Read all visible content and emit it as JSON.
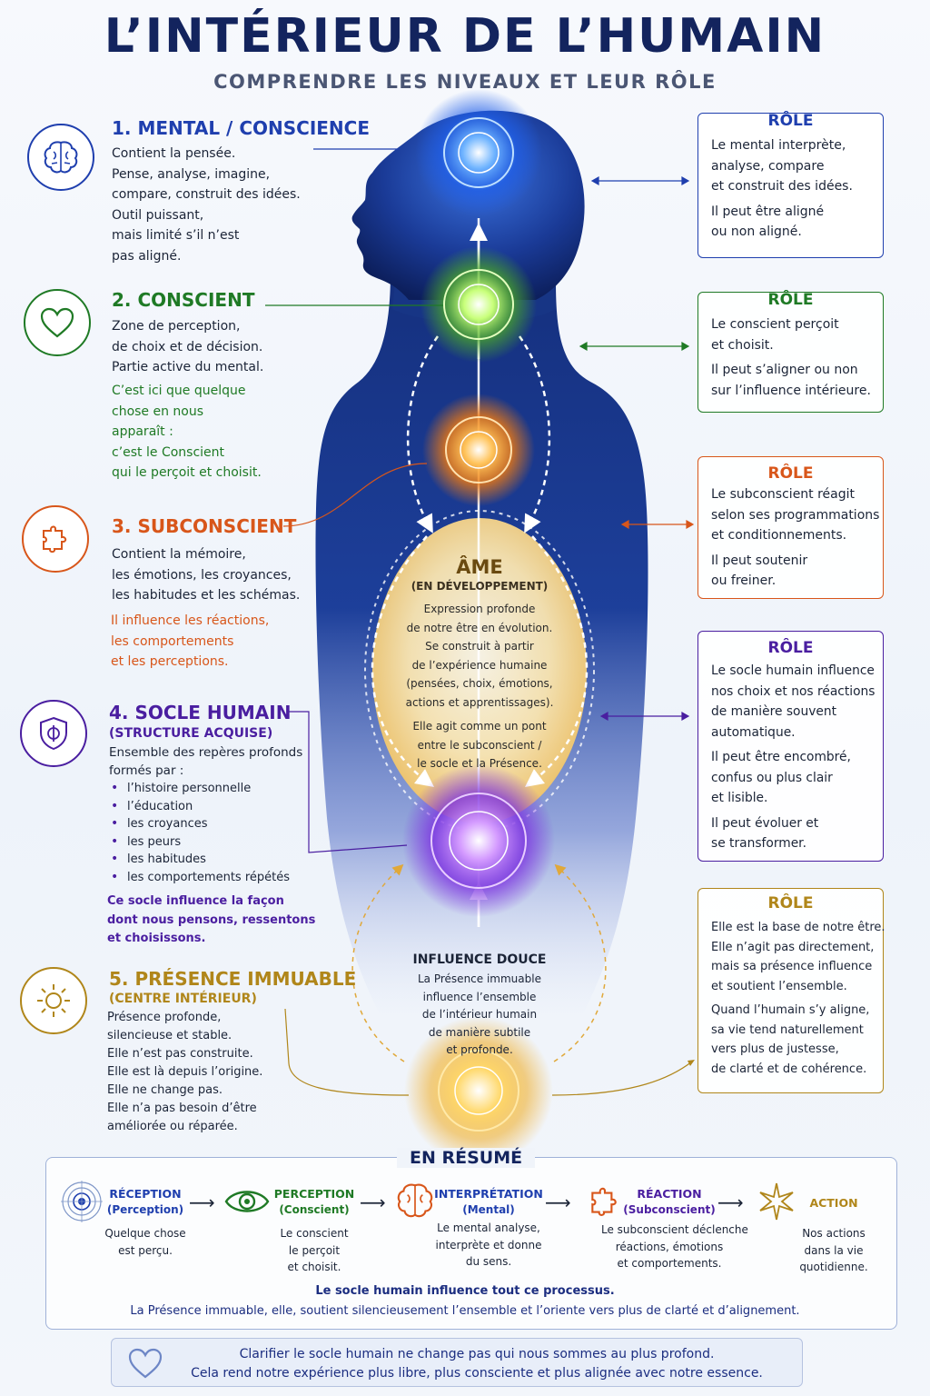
{
  "header": {
    "title": "L’INTÉRIEUR DE L’HUMAIN",
    "subtitle": "COMPRENDRE LES NIVEAUX ET LEUR RÔLE"
  },
  "colors": {
    "mental": "#1f3fae",
    "conscient": "#1f7a25",
    "subconscient": "#d8561a",
    "socle": "#4a1ea0",
    "presence": "#b0861a"
  },
  "levels": [
    {
      "title": "1. MENTAL / CONSCIENCE",
      "icon": "brain-icon",
      "lines": [
        "Contient la pensée.",
        "Pense, analyse, imagine,",
        "compare, construit des idées.",
        "Outil puissant,",
        "mais limité s’il n’est",
        "pas aligné."
      ]
    },
    {
      "title": "2. CONSCIENT",
      "icon": "heart-icon",
      "lines": [
        "Zone de perception,",
        "de choix et de décision.",
        "Partie active du mental."
      ],
      "note": [
        "C’est ici que quelque",
        "chose en nous",
        "apparaît :",
        "c’est le Conscient",
        "qui le perçoit et choisit."
      ]
    },
    {
      "title": "3. SUBCONSCIENT",
      "icon": "puzzle-icon",
      "lines": [
        "Contient la mémoire,",
        "les émotions, les croyances,",
        "les habitudes et les schémas."
      ],
      "note": [
        "Il influence les réactions,",
        "les comportements",
        "et les perceptions."
      ]
    },
    {
      "title": "4. SOCLE HUMAIN",
      "subtitle": "(STRUCTURE ACQUISE)",
      "icon": "shield-icon",
      "lines": [
        "Ensemble des repères profonds",
        "formés par :"
      ],
      "bullets": [
        "l’histoire personnelle",
        "l’éducation",
        "les croyances",
        "les peurs",
        "les habitudes",
        "les comportements répétés"
      ],
      "note": [
        "Ce socle influence la façon",
        "dont nous pensons, ressentons",
        "et choisissons."
      ]
    },
    {
      "title": "5. PRÉSENCE IMMUABLE",
      "subtitle": "(CENTRE INTÉRIEUR)",
      "icon": "sun-icon",
      "lines": [
        "Présence profonde,",
        "silencieuse et stable.",
        "Elle n’est pas construite.",
        "Elle est là depuis l’origine.",
        "Elle ne change pas.",
        "Elle n’a pas besoin d’être",
        "améliorée ou réparée."
      ]
    }
  ],
  "roles": [
    {
      "title": "RÔLE",
      "p1": [
        "Le mental interprète,",
        "analyse, compare",
        "et construit des idées."
      ],
      "p2": [
        "Il peut être aligné",
        "ou non aligné."
      ]
    },
    {
      "title": "RÔLE",
      "p1": [
        "Le conscient perçoit",
        "et choisit."
      ],
      "p2": [
        "Il peut s’aligner ou non",
        "sur l’influence intérieure."
      ]
    },
    {
      "title": "RÔLE",
      "p1": [
        "Le subconscient réagit",
        "selon ses programmations",
        "et conditionnements."
      ],
      "p2": [
        "Il peut soutenir",
        "ou freiner."
      ]
    },
    {
      "title": "RÔLE",
      "p1": [
        "Le socle humain influence",
        "nos choix et nos réactions",
        "de manière souvent",
        "automatique."
      ],
      "p2": [
        "Il peut être encombré,",
        "confus ou plus clair",
        "et lisible."
      ],
      "p3": [
        "Il peut évoluer et",
        "se transformer."
      ]
    },
    {
      "title": "RÔLE",
      "p1": [
        "Elle est la base de notre être.",
        "Elle n’agit pas directement,",
        "mais sa présence influence",
        "et soutient l’ensemble."
      ],
      "p2": [
        "Quand l’humain s’y aligne,",
        "sa vie tend naturellement",
        "vers plus de justesse,",
        "de clarté et de cohérence."
      ]
    }
  ],
  "ame": {
    "title": "ÂME",
    "subtitle": "(EN DÉVELOPPEMENT)",
    "lines": [
      "Expression profonde",
      "de notre être en évolution.",
      "Se construit à partir",
      "de l’expérience humaine",
      "(pensées, choix, émotions,",
      "actions et apprentissages)."
    ],
    "lines2": [
      "Elle agit comme un pont",
      "entre le subconscient /",
      "le socle et la Présence."
    ]
  },
  "influence": {
    "title": "INFLUENCE DOUCE",
    "lines": [
      "La Présence immuable",
      "influence l’ensemble",
      "de l’intérieur humain",
      "de manière subtile",
      "et profonde."
    ]
  },
  "summary": {
    "title": "EN RÉSUMÉ",
    "steps": [
      {
        "title": "RÉCEPTION",
        "sub": "(Perception)",
        "icon": "target-icon",
        "desc": [
          "Quelque chose",
          "est perçu."
        ]
      },
      {
        "title": "PERCEPTION",
        "sub": "(Conscient)",
        "icon": "eye-icon",
        "desc": [
          "Le conscient",
          "le perçoit",
          "et choisit."
        ]
      },
      {
        "title": "INTERPRÉTATION",
        "sub": "(Mental)",
        "icon": "brain-icon",
        "desc": [
          "Le mental analyse,",
          "interprète et donne",
          "du sens."
        ]
      },
      {
        "title": "RÉACTION",
        "sub": "(Subconscient)",
        "icon": "puzzle-icon",
        "desc": [
          "Le subconscient déclenche",
          "réactions, émotions",
          "et comportements."
        ]
      },
      {
        "title": "ACTION",
        "sub": "",
        "icon": "star-icon",
        "desc": [
          "Nos actions",
          "dans la vie",
          "quotidienne."
        ]
      }
    ],
    "line1": "Le socle humain influence tout ce processus.",
    "line2": "La Présence immuable, elle, soutient silencieusement l’ensemble et l’oriente vers plus de clarté et d’alignement."
  },
  "footer": {
    "lines": [
      "Clarifier le socle humain ne change pas qui nous sommes au plus profond.",
      "Cela rend notre expérience plus libre, plus consciente et plus alignée avec notre essence."
    ]
  }
}
